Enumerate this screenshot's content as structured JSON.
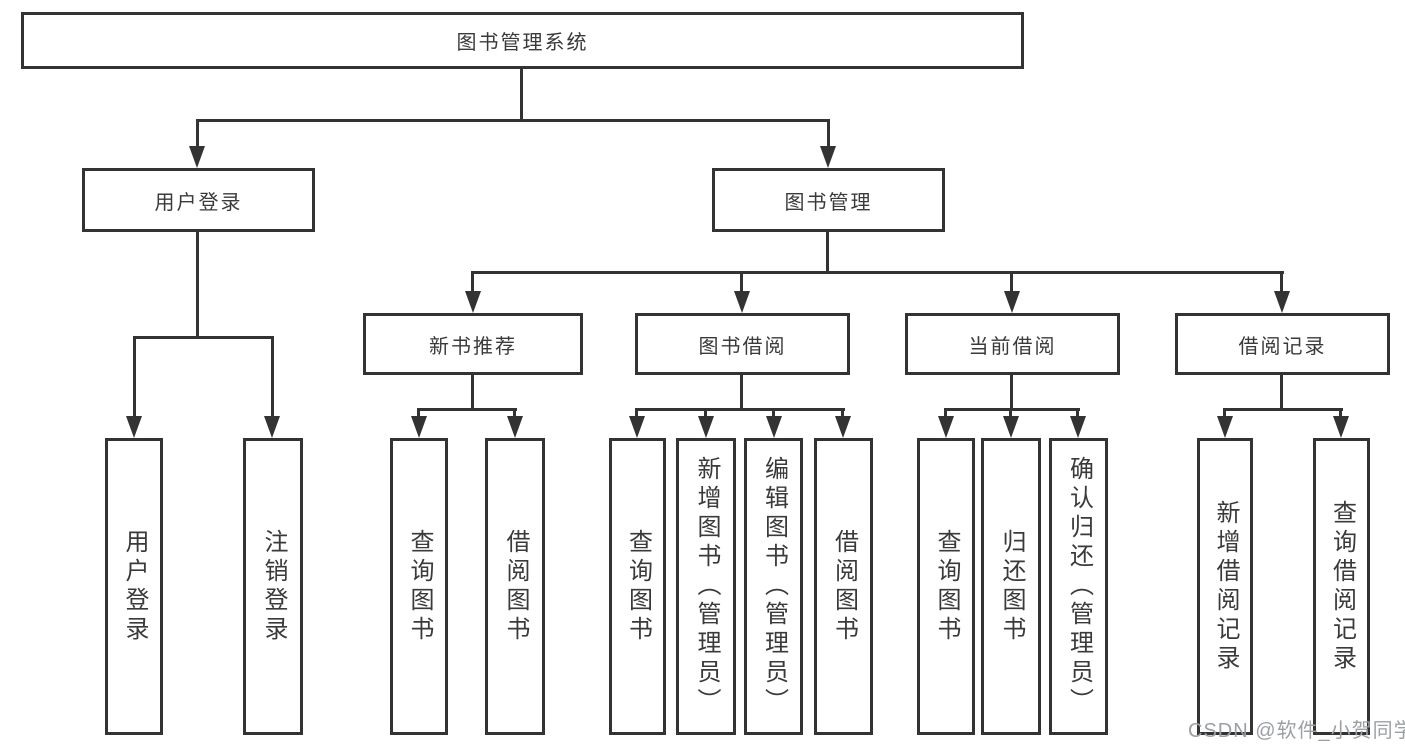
{
  "tree": {
    "label": "图书管理系统",
    "children": [
      {
        "label": "用户登录",
        "children": [
          "用户登录",
          "注销登录"
        ]
      },
      {
        "label": "图书管理",
        "children": [
          {
            "label": "新书推荐",
            "children": [
              "查询图书",
              "借阅图书"
            ]
          },
          {
            "label": "图书借阅",
            "children": [
              "查询图书",
              "新增图书（管理员）",
              "编辑图书（管理员）",
              "借阅图书"
            ]
          },
          {
            "label": "当前借阅",
            "children": [
              "查询图书",
              "归还图书",
              "确认归还（管理员）"
            ]
          },
          {
            "label": "借阅记录",
            "children": [
              "新增借阅记录",
              "查询借阅记录"
            ]
          }
        ]
      }
    ]
  },
  "watermark": {
    "text": "CSDN @软件_小贺同学"
  },
  "colors": {
    "line": "#333333",
    "box_border": "#333333",
    "text": "#3a3a3a",
    "watermark": "#9ca0a4",
    "background": "#ffffff"
  }
}
